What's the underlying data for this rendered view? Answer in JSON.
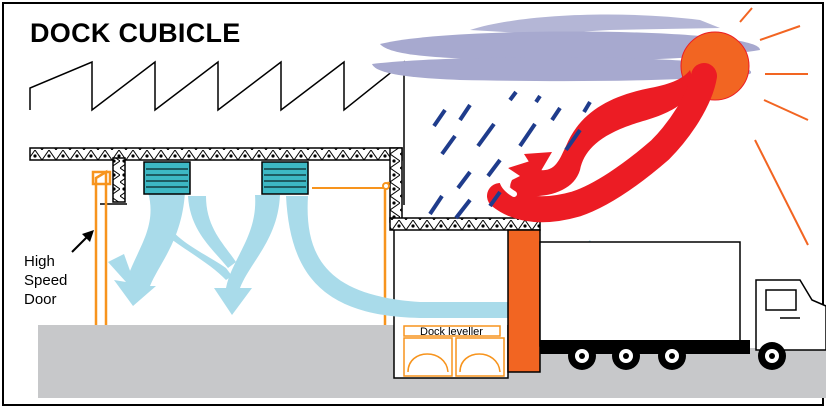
{
  "diagram": {
    "title": "DOCK CUBICLE",
    "labels": {
      "door_line1": "High",
      "door_line2": "Speed",
      "door_line3": "Door",
      "dock_leveller": "Dock leveller"
    }
  },
  "colors": {
    "border": "#000000",
    "airflow": "#a9dbea",
    "heat_arrow": "#ec1c24",
    "rain": "#1f3c8c",
    "cloud": "#a7a9cf",
    "sun": "#f26522",
    "dock_seal": "#f26522",
    "vent": "#3db8c4",
    "ground": "#c7c8ca",
    "door_frame": "#f7941d"
  }
}
